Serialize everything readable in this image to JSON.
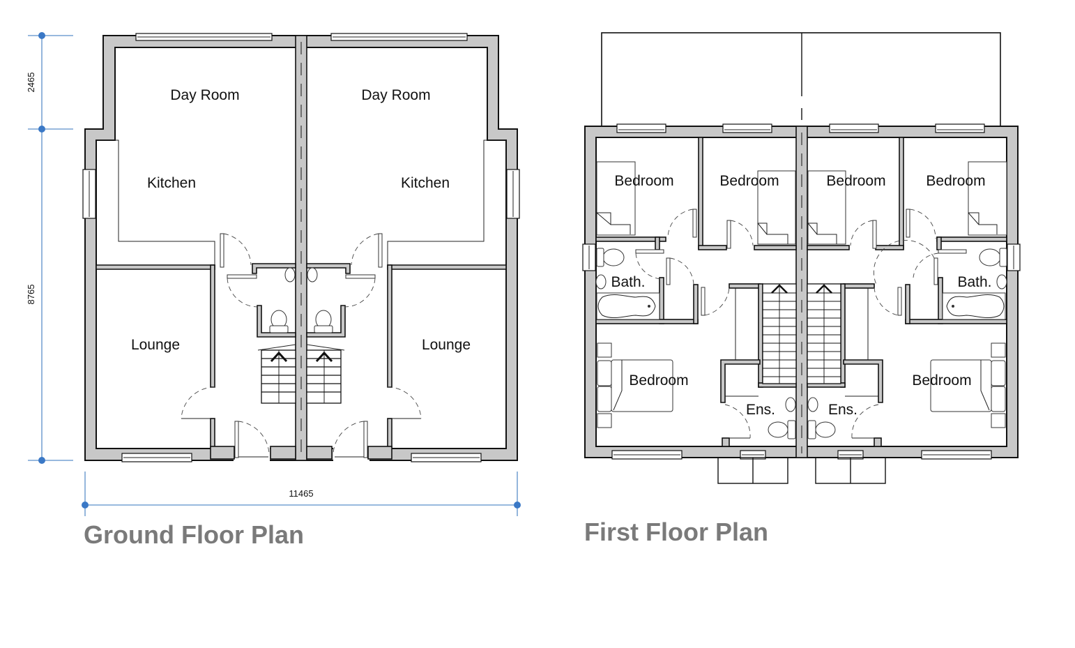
{
  "ground_floor": {
    "title": "Ground Floor Plan",
    "rooms": {
      "day_room_left": "Day Room",
      "day_room_right": "Day Room",
      "kitchen_left": "Kitchen",
      "kitchen_right": "Kitchen",
      "lounge_left": "Lounge",
      "lounge_right": "Lounge"
    },
    "dimensions": {
      "rear_projection": "2465",
      "main_depth": "8765",
      "overall_width": "11465"
    }
  },
  "first_floor": {
    "title": "First Floor Plan",
    "rooms": {
      "bedroom_1": "Bedroom",
      "bedroom_2": "Bedroom",
      "bedroom_3": "Bedroom",
      "bedroom_4": "Bedroom",
      "bedroom_5": "Bedroom",
      "bedroom_6": "Bedroom",
      "bath_left": "Bath.",
      "bath_right": "Bath.",
      "ensuite_left": "Ens.",
      "ensuite_right": "Ens."
    }
  },
  "colors": {
    "wall_fill": "#c8c8c8",
    "dimension_line": "#5b8fc9",
    "dimension_dot": "#3a78c6",
    "title_text": "#7a7a7a"
  }
}
